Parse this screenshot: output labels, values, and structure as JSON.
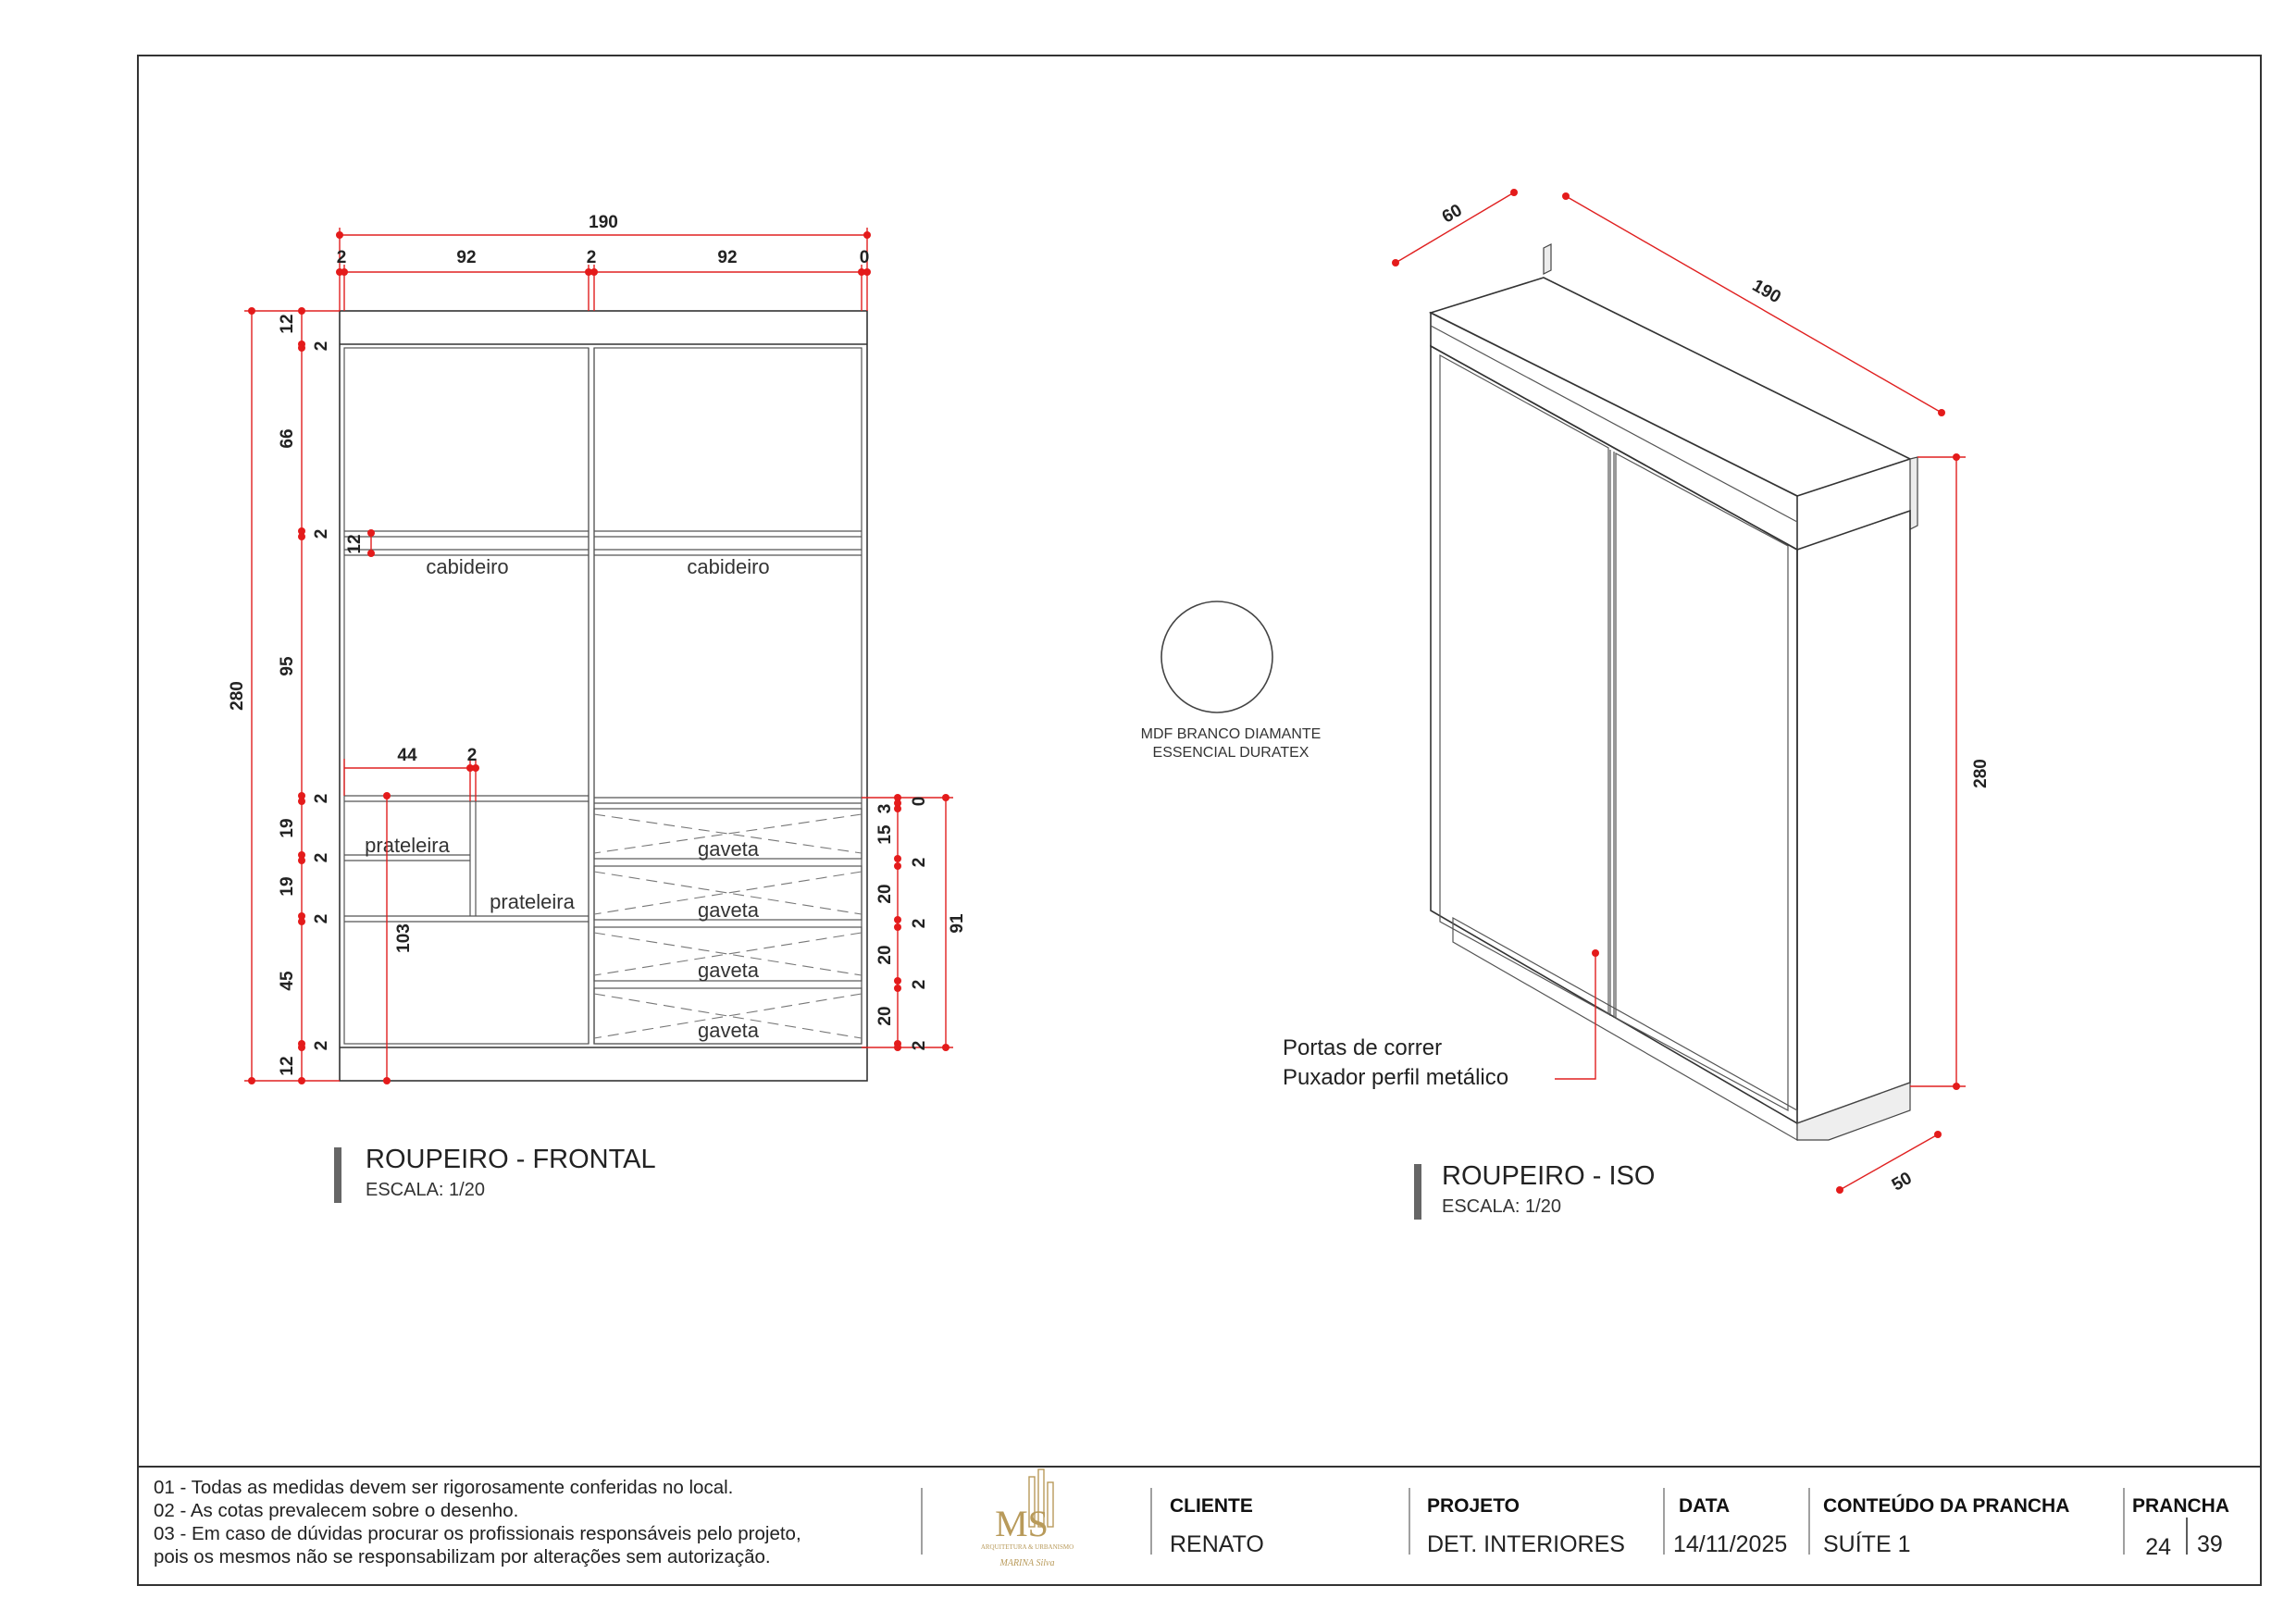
{
  "frontal": {
    "title": "ROUPEIRO - FRONTAL",
    "scale": "ESCALA: 1/20",
    "dims_top": [
      "190",
      "2",
      "92",
      "2",
      "92",
      "0"
    ],
    "dims_left": [
      "12",
      "2",
      "66",
      "2",
      "95",
      "2",
      "19",
      "2",
      "19",
      "2",
      "45",
      "2",
      "12"
    ],
    "dim_total_height": "280",
    "dim_hanger": "12",
    "dim_shelf_width": "44",
    "dim_shelf_gap": "2",
    "dim_shelf_height": "103",
    "dims_right": [
      "0",
      "3",
      "15",
      "2",
      "20",
      "2",
      "20",
      "2",
      "20",
      "2"
    ],
    "dim_drawers_total": "91",
    "labels": {
      "hanger_left": "cabideiro",
      "hanger_right": "cabideiro",
      "shelf_left": "prateleira",
      "shelf_mid": "prateleira",
      "drawers": [
        "gaveta",
        "gaveta",
        "gaveta",
        "gaveta"
      ]
    }
  },
  "material": {
    "line1": "MDF BRANCO DIAMANTE",
    "line2": "ESSENCIAL DURATEX",
    "swatch_color": "#ffffff"
  },
  "iso": {
    "title": "ROUPEIRO - ISO",
    "scale": "ESCALA: 1/20",
    "dim_depth": "60",
    "dim_width": "190",
    "dim_height": "280",
    "dim_base": "50",
    "callout_line1": "Portas de correr",
    "callout_line2": "Puxador perfil metálico"
  },
  "footer": {
    "notes": [
      "01 - Todas as medidas devem ser rigorosamente conferidas no local.",
      "02 - As cotas prevalecem sobre o desenho.",
      "03 - Em caso de dúvidas procurar os profissionais responsáveis pelo projeto,",
      "pois os mesmos não se responsabilizam por alterações sem autorização."
    ],
    "logo": {
      "mark": "MS",
      "tagline": "ARQUITETURA & URBANISMO",
      "signature": "MARINA Silva"
    },
    "cliente_label": "CLIENTE",
    "cliente": "RENATO",
    "projeto_label": "PROJETO",
    "projeto": "DET. INTERIORES",
    "data_label": "DATA",
    "data": "14/11/2025",
    "conteudo_label": "CONTEÚDO DA PRANCHA",
    "conteudo": "SUÍTE 1",
    "prancha_label": "PRANCHA",
    "prancha": "24",
    "prancha_total": "39"
  },
  "colors": {
    "dimension": "#e02020",
    "accent_gold": "#b89a5a"
  }
}
